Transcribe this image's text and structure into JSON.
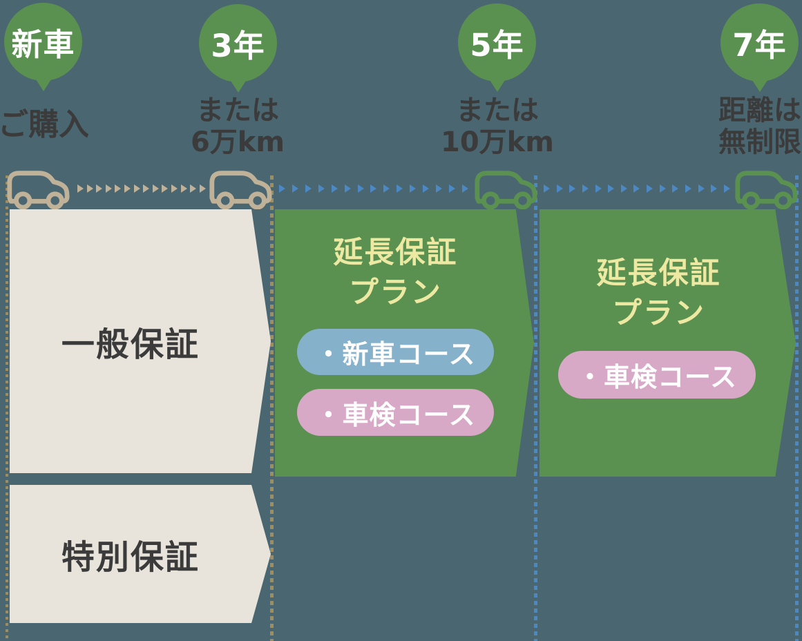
{
  "colors": {
    "background": "#4a6670",
    "green": "#5a9150",
    "beige": "#e8e4db",
    "tan": "#c0b199",
    "dash_tan": "#a08d5e",
    "blue": "#4c88c3",
    "title_yellow": "#ede9a3",
    "blue_pill": "#86b1cb",
    "pink_pill": "#d8a8c7",
    "ink": "#3b3b3b"
  },
  "milestones": [
    {
      "badge": "新車",
      "line1": "ご購入",
      "line2": ""
    },
    {
      "badge": "3年",
      "line1": "または",
      "line2": "6万km"
    },
    {
      "badge": "5年",
      "line1": "または",
      "line2": "10万km"
    },
    {
      "badge": "7年",
      "line1": "距離は",
      "line2": "無制限"
    }
  ],
  "warranty_rows": [
    {
      "label": "一般保証"
    },
    {
      "label": "特別保証"
    }
  ],
  "extended_plans": [
    {
      "title_line1": "延長保証",
      "title_line2": "プラン",
      "courses": [
        {
          "label": "・新車コース",
          "color": "blue"
        },
        {
          "label": "・車検コース",
          "color": "pink"
        }
      ]
    },
    {
      "title_line1": "延長保証",
      "title_line2": "プラン",
      "courses": [
        {
          "label": "・車検コース",
          "color": "pink"
        }
      ]
    }
  ],
  "timeline": {
    "arrow_rows": [
      {
        "count": 14,
        "color": "tan"
      },
      {
        "count": 15,
        "color": "blue"
      },
      {
        "count": 15,
        "color": "blue"
      }
    ]
  }
}
